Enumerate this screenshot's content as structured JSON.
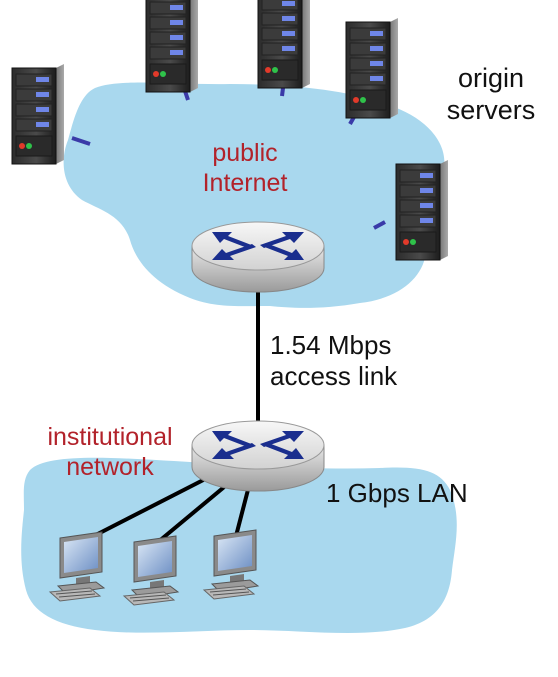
{
  "labels": {
    "origin_servers_line1": "origin",
    "origin_servers_line2": "servers",
    "public_internet_line1": "public",
    "public_internet_line2": "Internet",
    "access_link_line1": "1.54 Mbps",
    "access_link_line2": "access link",
    "institutional_line1": "institutional",
    "institutional_line2": "network",
    "lan": "1 Gbps LAN"
  },
  "colors": {
    "cloud_fill": "#a9d8ee",
    "red_label": "#b2222a",
    "server_link": "#3a3aa8",
    "router_arrows": "#1a2e8e"
  },
  "nodes": {
    "origin_server_count": 5,
    "router_count": 2,
    "host_count": 3
  }
}
